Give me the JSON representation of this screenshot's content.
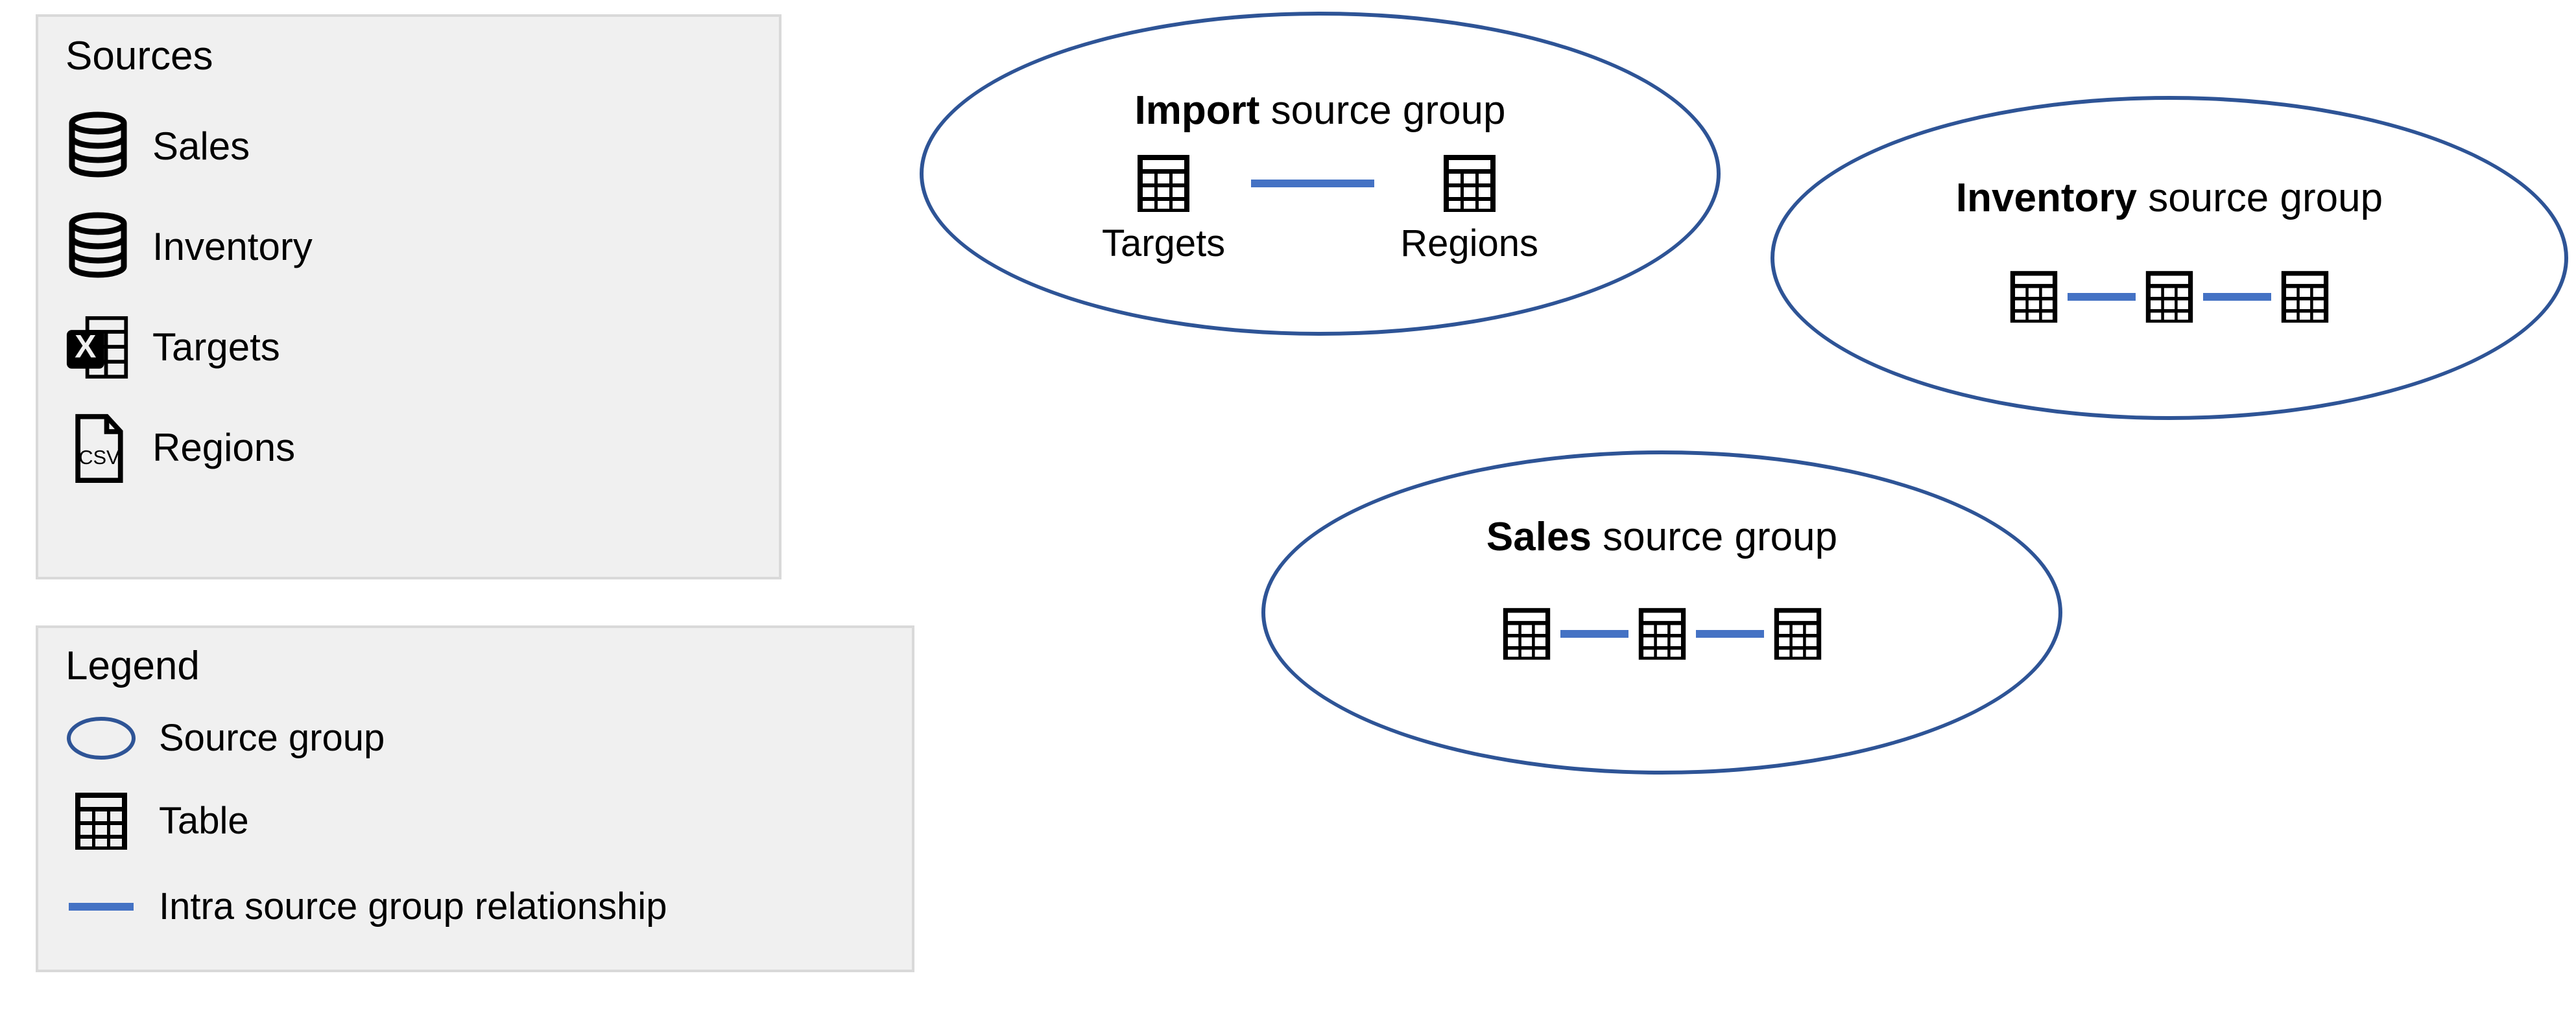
{
  "sources_panel": {
    "title": "Sources",
    "items": [
      {
        "label": "Sales",
        "icon": "database-icon"
      },
      {
        "label": "Inventory",
        "icon": "database-icon"
      },
      {
        "label": "Targets",
        "icon": "excel-file-icon"
      },
      {
        "label": "Regions",
        "icon": "csv-file-icon"
      }
    ]
  },
  "legend_panel": {
    "title": "Legend",
    "items": [
      {
        "label": "Source group",
        "icon": "ellipse-outline-icon"
      },
      {
        "label": "Table",
        "icon": "table-icon"
      },
      {
        "label": "Intra source group relationship",
        "icon": "line-icon"
      }
    ]
  },
  "diagram": {
    "groups": [
      {
        "name": "Import",
        "title_bold": "Import",
        "title_rest": " source group",
        "tables": [
          {
            "label": "Targets"
          },
          {
            "label": "Regions"
          }
        ],
        "relationship_count": 1
      },
      {
        "name": "Inventory",
        "title_bold": "Inventory",
        "title_rest": " source group",
        "tables": [
          {
            "label": ""
          },
          {
            "label": ""
          },
          {
            "label": ""
          }
        ],
        "relationship_count": 2
      },
      {
        "name": "Sales",
        "title_bold": "Sales",
        "title_rest": " source group",
        "tables": [
          {
            "label": ""
          },
          {
            "label": ""
          },
          {
            "label": ""
          }
        ],
        "relationship_count": 2
      }
    ]
  },
  "colors": {
    "group_outline": "#2e5496",
    "relationship_line": "#4472c4",
    "panel_background": "#f0f0f0",
    "panel_border": "#d9d9d9",
    "icon_black": "#000000",
    "page_background": "#ffffff"
  },
  "csv_icon_text": "CSV",
  "excel_icon_text": "X"
}
